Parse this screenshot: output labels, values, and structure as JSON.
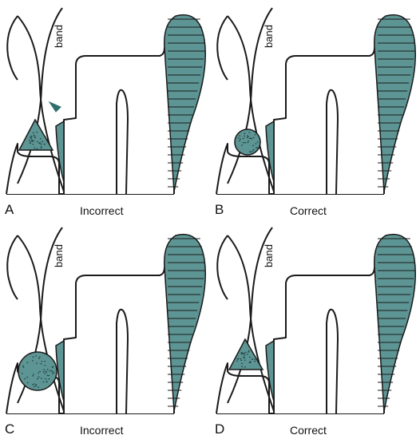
{
  "band_label": "band",
  "panels": [
    {
      "letter": "A",
      "caption": "Incorrect",
      "wedge": "triangle"
    },
    {
      "letter": "B",
      "caption": "Correct",
      "wedge": "round"
    },
    {
      "letter": "C",
      "caption": "Incorrect",
      "wedge": "round-large"
    },
    {
      "letter": "D",
      "caption": "Correct",
      "wedge": "triangle"
    }
  ],
  "colors": {
    "fill": "#5d9594",
    "outline": "#1a1a1a",
    "arrowhead": "#2f6e6d"
  },
  "icons": {
    "gap_indicator": "arrowhead-icon"
  }
}
